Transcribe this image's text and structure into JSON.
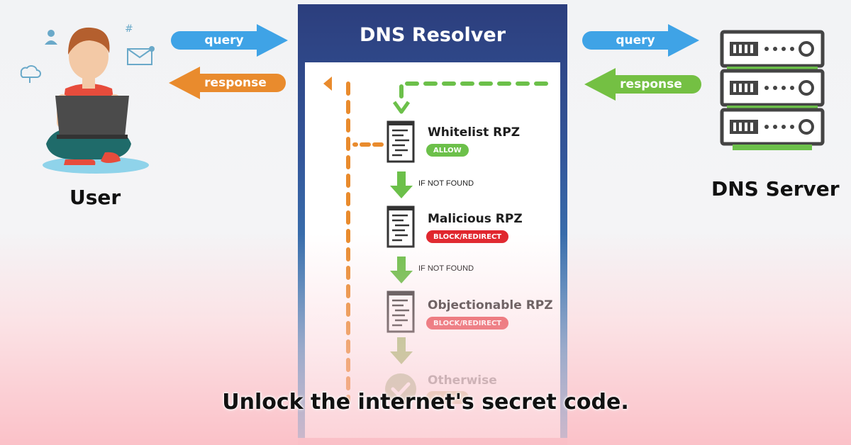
{
  "user": {
    "label": "User"
  },
  "server": {
    "label": "DNS Server"
  },
  "resolver": {
    "title": "DNS Resolver"
  },
  "arrows": {
    "user_query": "query",
    "user_response": "response",
    "server_query": "query",
    "server_response": "response"
  },
  "steps": [
    {
      "title": "Whitelist RPZ",
      "badge": "ALLOW"
    },
    {
      "title": "Malicious RPZ",
      "badge": "BLOCK/REDIRECT"
    },
    {
      "title": "Objectionable RPZ",
      "badge": "BLOCK/REDIRECT"
    },
    {
      "title": "Otherwise",
      "badge": "ALLOW"
    }
  ],
  "not_found_label": "IF NOT FOUND",
  "caption": "Unlock the internet's secret code.",
  "colors": {
    "query_blue": "#3fa3e6",
    "response_orange": "#e98b2d",
    "response_green": "#74c043",
    "allow_green": "#6cc04a",
    "block_red": "#e0262d",
    "resolver_top": "#2c3e7d",
    "resolver_bottom": "#66a8d4"
  }
}
